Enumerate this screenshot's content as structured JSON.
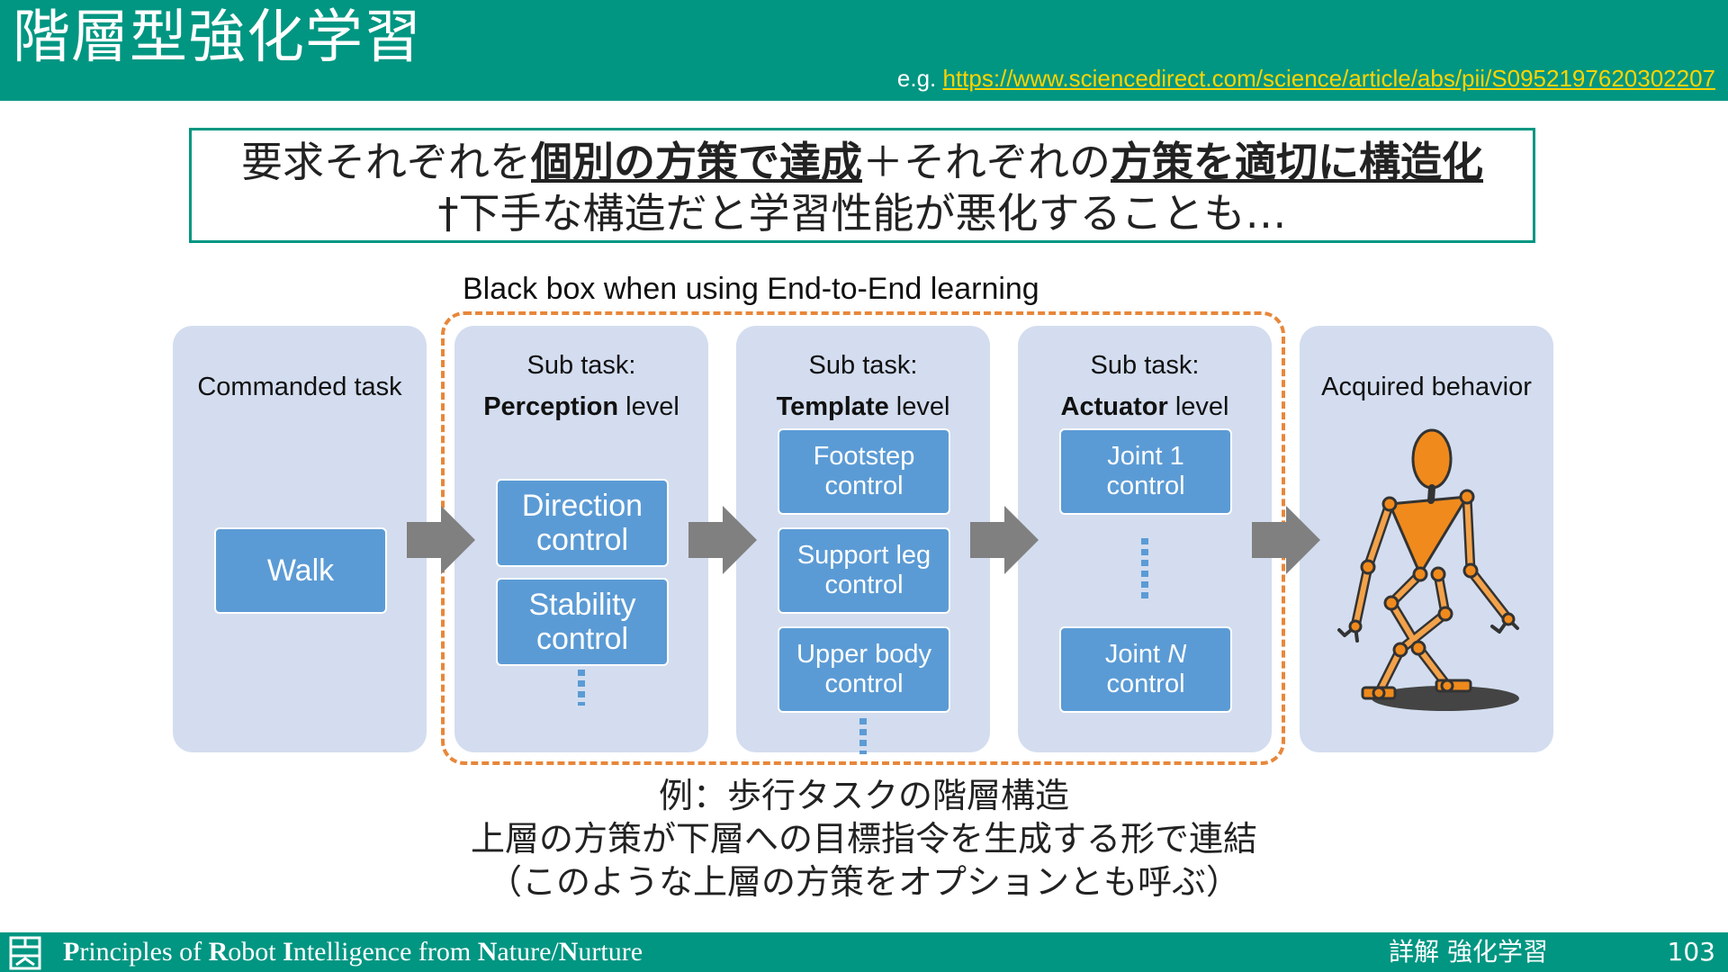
{
  "header": {
    "title": "階層型強化学習",
    "ref_prefix": "e.g. ",
    "ref_url": "https://www.sciencedirect.com/science/article/abs/pii/S0952197620302207"
  },
  "requirement": {
    "l1_a": "要求それぞれを",
    "l1_b": "個別の方策で達成",
    "l1_c": "＋それぞれの",
    "l1_d": "方策を適切に構造化",
    "line2": "†下手な構造だと学習性能が悪化することも…"
  },
  "diagram": {
    "blackbox_label": "Black box when using End-to-End learning",
    "commanded": {
      "label": "Commanded task",
      "box": "Walk"
    },
    "perception": {
      "line1": "Sub task:",
      "bold": "Perception",
      "suffix": " level",
      "boxes": [
        "Direction",
        "control",
        "Stability",
        "control"
      ]
    },
    "template": {
      "line1": "Sub task:",
      "bold": "Template",
      "suffix": " level",
      "boxes": [
        "Footstep",
        "control",
        "Support leg",
        "control",
        "Upper body",
        "control"
      ]
    },
    "actuator": {
      "line1": "Sub task:",
      "bold": "Actuator",
      "suffix": " level",
      "j1_a": "Joint 1",
      "j1_b": "control",
      "jn_prefix": "Joint ",
      "jn_italic": "N",
      "jn_b": "control"
    },
    "acquired": {
      "label": "Acquired behavior"
    }
  },
  "caption": {
    "line1": "例：歩行タスクの階層構造",
    "line2": "上層の方策が下層への目標指令を生成する形で連結",
    "line3": "（このような上層の方策をオプションとも呼ぶ）"
  },
  "footer": {
    "p1": "P",
    "p2": "rinciples of ",
    "r1": "R",
    "r2": "obot ",
    "i1": "I",
    "i2": "ntelligence from ",
    "n1": "N",
    "n2": "ature/",
    "n3": "N",
    "n4": "urture",
    "right_text": "詳解 強化学習",
    "page_number": "103"
  },
  "colors": {
    "header_bg": "#009682",
    "panel_bg": "#d3ddef",
    "box_blue": "#5b9bd5",
    "dashed_orange": "#e8873a",
    "arrow_gray": "#808080",
    "robot_orange": "#f08a1c",
    "link_yellow": "#ffd400"
  }
}
